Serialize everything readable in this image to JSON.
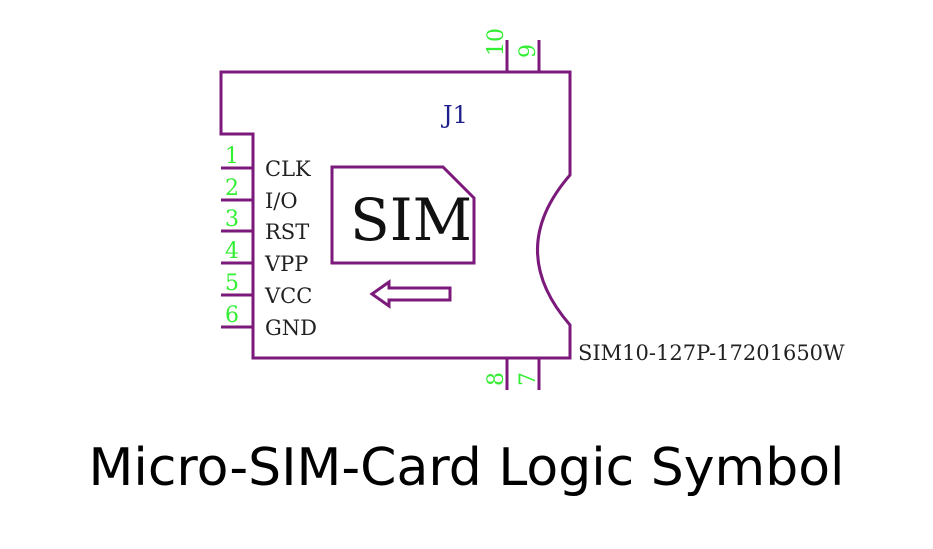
{
  "colors": {
    "outline": "#7b1a7b",
    "pin_number": "#33ee33",
    "designator": "#1f1f8c",
    "text": "#222222"
  },
  "component": {
    "designator": "J1",
    "part_number": "SIM10-127P-17201650W",
    "body_label": "SIM"
  },
  "pins_left": [
    {
      "number": "1",
      "name": "CLK"
    },
    {
      "number": "2",
      "name": "I/O"
    },
    {
      "number": "3",
      "name": "RST"
    },
    {
      "number": "4",
      "name": "VPP"
    },
    {
      "number": "5",
      "name": "VCC"
    },
    {
      "number": "6",
      "name": "GND"
    }
  ],
  "pins_top": [
    {
      "number": "10"
    },
    {
      "number": "9"
    }
  ],
  "pins_bottom": [
    {
      "number": "8"
    },
    {
      "number": "7"
    }
  ],
  "caption": "Micro-SIM-Card Logic Symbol"
}
